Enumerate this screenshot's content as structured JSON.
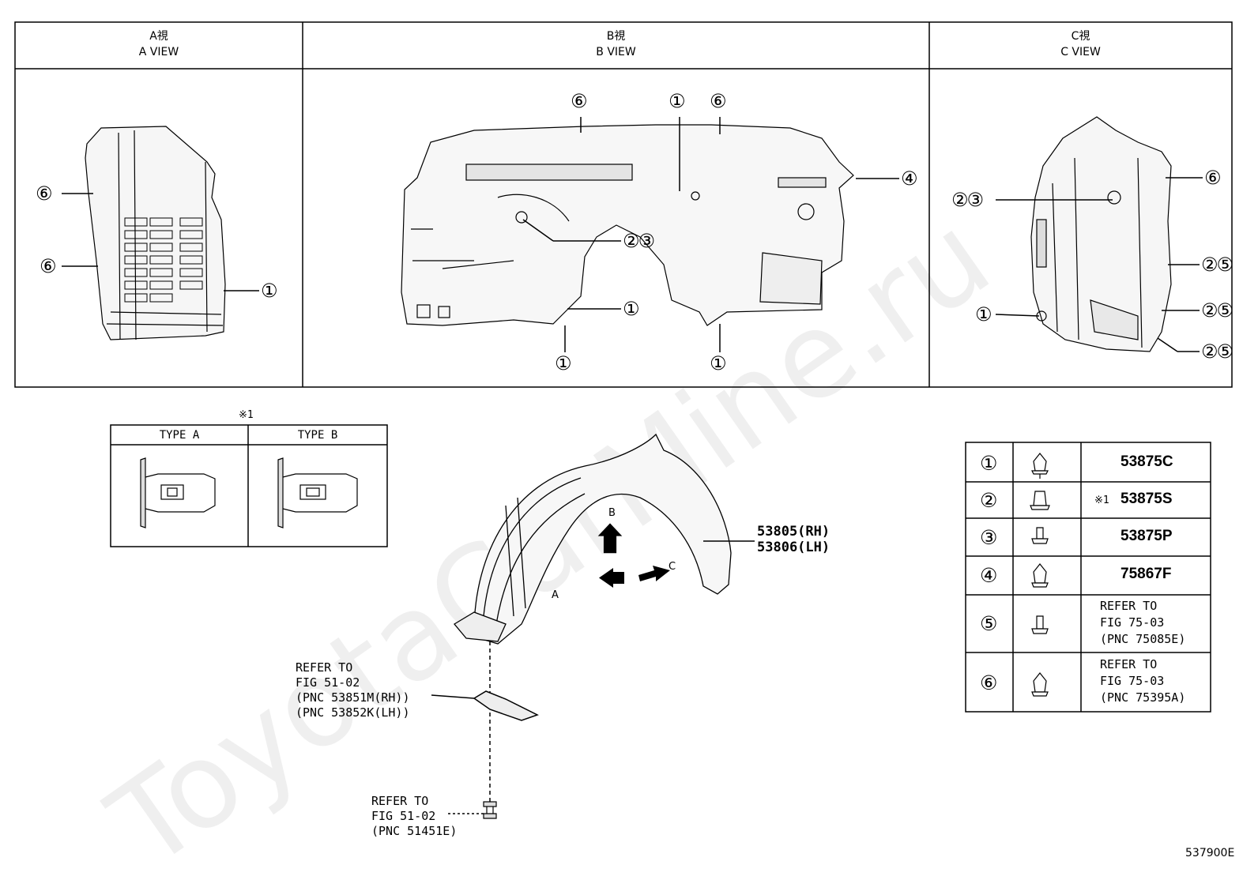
{
  "views": [
    {
      "jp": "A視",
      "en": "A VIEW"
    },
    {
      "jp": "B視",
      "en": "B VIEW"
    },
    {
      "jp": "C視",
      "en": "C VIEW"
    }
  ],
  "view_a_callouts": [
    "⑥",
    "⑥",
    "①"
  ],
  "view_b_callouts": [
    "⑥",
    "①",
    "⑥",
    "④",
    "②③",
    "①",
    "①",
    "①"
  ],
  "view_c_callouts": [
    "②③",
    "⑥",
    "②⑤",
    "②⑤",
    "②⑤",
    "①"
  ],
  "clip_types": {
    "note": "※1",
    "type_a": "TYPE A",
    "type_b": "TYPE B"
  },
  "main_part": {
    "rh": "53805(RH)",
    "lh": "53806(LH)",
    "arrow_a": "A",
    "arrow_b": "B",
    "arrow_c": "C"
  },
  "ref_bracket": [
    "REFER TO",
    "FIG 51-02",
    "(PNC 53851M(RH))",
    "(PNC 53852K(LH))"
  ],
  "ref_bolt": [
    "REFER TO",
    "FIG 51-02",
    "(PNC 51451E)"
  ],
  "parts_table": [
    {
      "num": "①",
      "part": "53875C",
      "prefix": ""
    },
    {
      "num": "②",
      "part": "53875S",
      "prefix": "※1"
    },
    {
      "num": "③",
      "part": "53875P",
      "prefix": ""
    },
    {
      "num": "④",
      "part": "75867F",
      "prefix": ""
    },
    {
      "num": "⑤",
      "ref": [
        "REFER TO",
        "FIG 75-03",
        "(PNC 75085E)"
      ]
    },
    {
      "num": "⑥",
      "ref": [
        "REFER TO",
        "FIG 75-03",
        "(PNC 75395A)"
      ]
    }
  ],
  "watermark": "ToyotaCarMine.ru",
  "diagram_id": "537900E"
}
